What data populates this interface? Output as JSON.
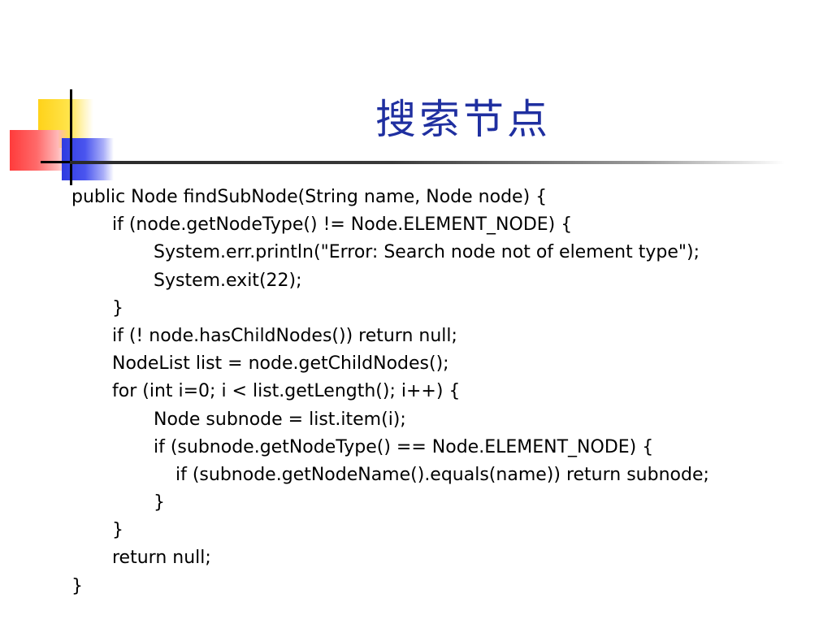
{
  "slide": {
    "title": "搜索节点",
    "code_lines": [
      "public Node findSubNode(String name, Node node) {",
      "if (node.getNodeType() != Node.ELEMENT_NODE) {",
      "System.err.println(\"Error: Search node not of element type\");",
      "System.exit(22);",
      "}",
      "if (! node.hasChildNodes()) return null;",
      "NodeList list = node.getChildNodes();",
      "for (int i=0; i < list.getLength(); i++) {",
      "Node subnode = list.item(i);",
      "if (subnode.getNodeType() == Node.ELEMENT_NODE) {",
      "if (subnode.getNodeName().equals(name)) return subnode;",
      "}",
      "}",
      "return null;",
      "}"
    ]
  }
}
